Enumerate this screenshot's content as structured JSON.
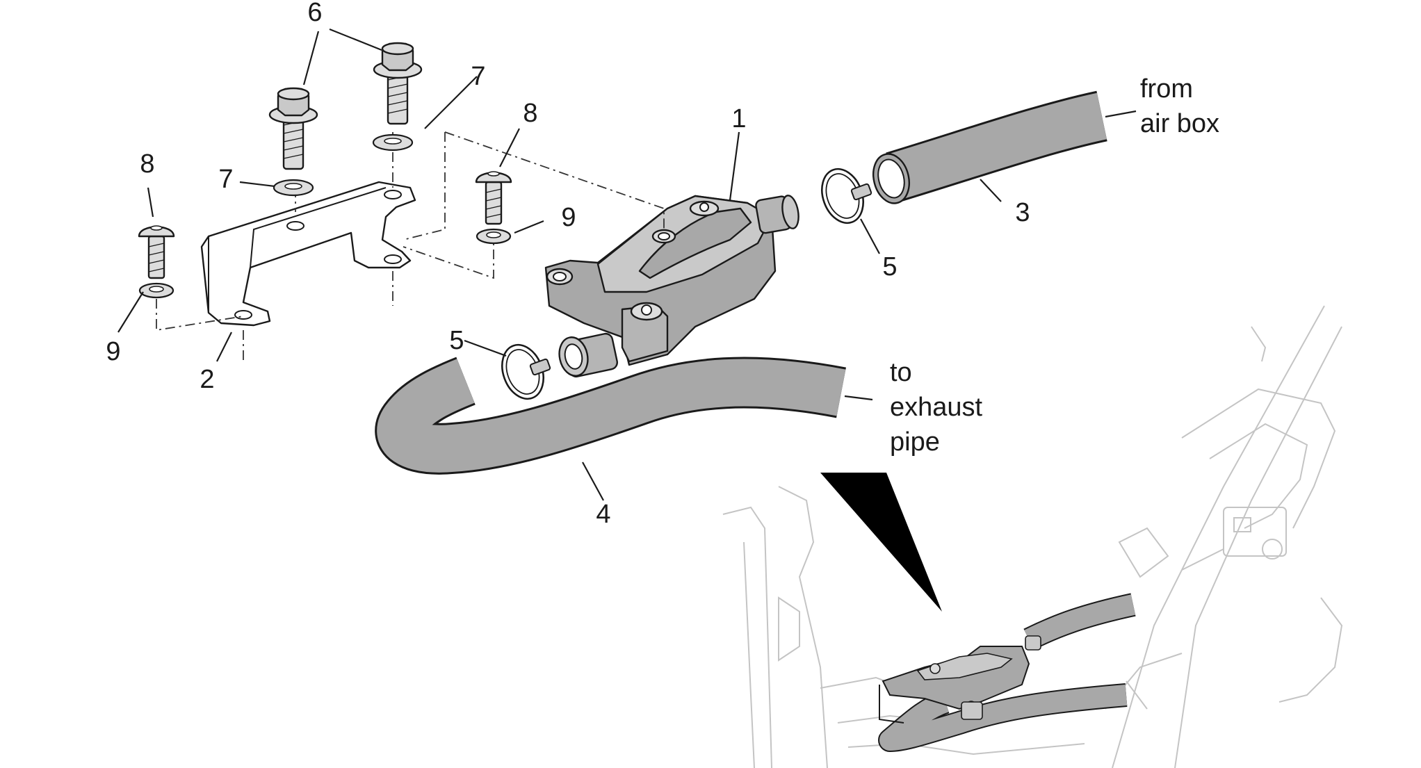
{
  "diagram": {
    "callouts": [
      "1",
      "2",
      "3",
      "4",
      "5",
      "5",
      "6",
      "7",
      "7",
      "8",
      "8",
      "9",
      "9"
    ],
    "notes": {
      "from_air_box": [
        "from",
        "air box"
      ],
      "to_exhaust_pipe": [
        "to",
        "exhaust",
        "pipe"
      ]
    },
    "colors": {
      "part_fill": "#a8a8a8",
      "part_light": "#c9c9c9",
      "line": "#1a1a1a",
      "frame_outline": "#c4c4c4",
      "pointer_arrow": "#000000"
    }
  }
}
